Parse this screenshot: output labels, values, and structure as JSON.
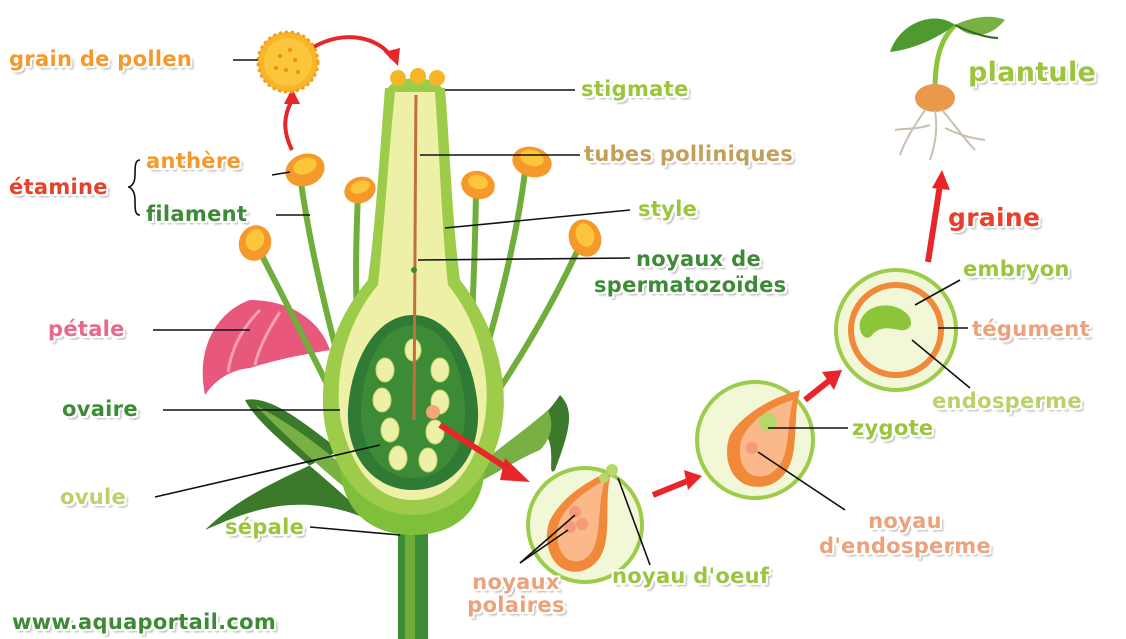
{
  "labels": {
    "grain_de_pollen": "grain de pollen",
    "stigmate": "stigmate",
    "tubes_polliniques": "tubes polliniques",
    "etamine": "étamine",
    "anthere": "anthère",
    "filament": "filament",
    "style": "style",
    "noyaux_de": "noyaux de",
    "spermatozoides": "spermatozoïdes",
    "petale": "pétale",
    "ovaire": "ovaire",
    "ovule": "ovule",
    "sepale": "sépale",
    "noyaux": "noyaux",
    "polaires": "polaires",
    "noyau_oeuf": "noyau d'oeuf",
    "zygote": "zygote",
    "noyau": "noyau",
    "d_endosperme": "d'endosperme",
    "embryon": "embryon",
    "tegument": "tégument",
    "endosperme": "endosperme",
    "graine": "graine",
    "plantule": "plantule",
    "website": "www.aquaportail.com"
  },
  "colors": {
    "label_orange": "#f59a2a",
    "label_green": "#9bc53d",
    "label_dark_green": "#3d8b37",
    "label_red": "#e8402a",
    "label_pink": "#e66a8c",
    "label_peach": "#eba27d",
    "arrow_red": "#e8262a"
  }
}
